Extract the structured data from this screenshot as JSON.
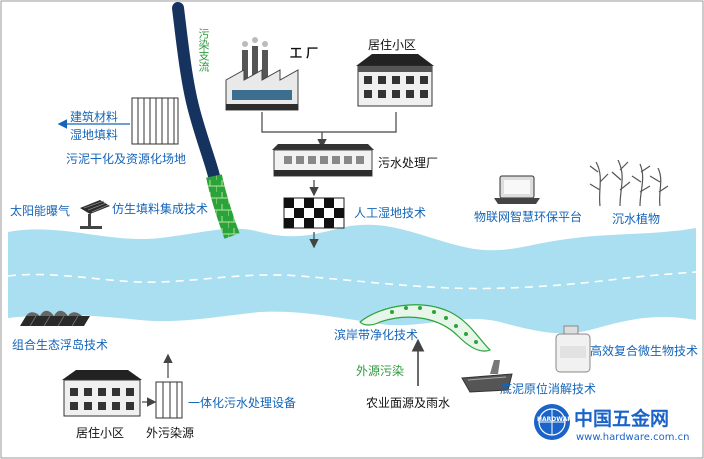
{
  "labels": {
    "tributary": "污染支流",
    "factory": "工 厂",
    "residential_top": "居住小区",
    "building_materials": "建筑材料",
    "wetland_fill": "湿地填料",
    "sludge_site": "污泥干化及资源化场地",
    "wwtp": "污水处理厂",
    "solar": "太阳能曝气",
    "bionic_fill": "仿生填料集成技术",
    "constructed_wetland": "人工湿地技术",
    "iot_platform": "物联网智慧环保平台",
    "submerged_plants": "沉水植物",
    "floating_island": "组合生态浮岛技术",
    "riparian": "滨岸带净化技术",
    "external_pollution": "外源污染",
    "microbial": "高效复合微生物技术",
    "sediment": "底泥原位消解技术",
    "agri_rain": "农业面源及雨水",
    "integrated_equipment": "一体化污水处理设备",
    "residential_bottom": "居住小区",
    "external_source": "外污染源"
  },
  "watermark": {
    "brand": "中国五金网",
    "url": "www.hardware.com.cn",
    "badge": "HARDWARE"
  },
  "colors": {
    "river": "#a9dff0",
    "tributary": "#16335f",
    "tributary_green": "#2aa33a",
    "label_blue": "#1565b8",
    "label_green": "#2e9a3c"
  }
}
